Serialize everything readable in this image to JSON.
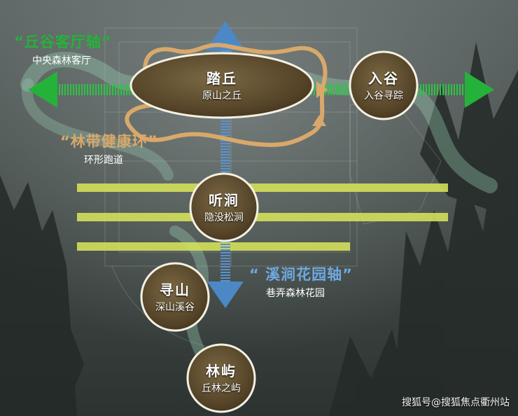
{
  "colors": {
    "green": "#25b23a",
    "blue": "#4d88c6",
    "orange": "#d9a86a",
    "yellow": "#d3e05a",
    "node_fill": "#5a4a30",
    "label_blue": "#6fa8e0"
  },
  "axes": {
    "qiugu": {
      "title": "“丘谷客厅轴”",
      "subtitle": "中央森林客厅"
    },
    "lindai": {
      "title": "“林带健康环”",
      "subtitle": "环形跑道"
    },
    "xijian": {
      "title": "“ 溪涧花园轴”",
      "subtitle": "巷弄森林花园"
    }
  },
  "nodes": [
    {
      "key": "taqiu",
      "title": "踏丘",
      "subtitle": "原山之丘"
    },
    {
      "key": "rugu",
      "title": "入谷",
      "subtitle": "入谷寻踪"
    },
    {
      "key": "tingjian",
      "title": "听涧",
      "subtitle": "隐没松涧"
    },
    {
      "key": "xunshan",
      "title": "寻山",
      "subtitle": "深山溪谷"
    },
    {
      "key": "linyu",
      "title": "林屿",
      "subtitle": "丘林之屿"
    }
  ],
  "watermark": "搜狐号@搜狐焦点衢州站"
}
